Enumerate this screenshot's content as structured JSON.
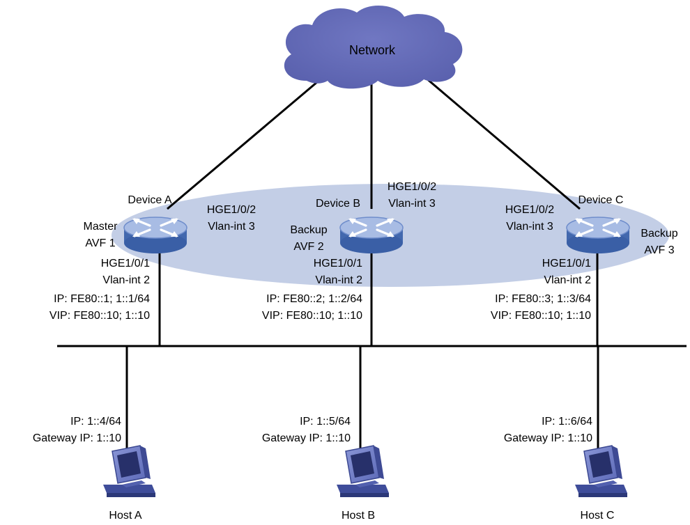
{
  "colors": {
    "cloud": "#5A61AE",
    "cloud_text": "#FFFFFF",
    "vrrp_group": "#C3CEE6",
    "router_body": "#4F73B7",
    "router_top": "#A8BCE4",
    "host_monitor": "#5D6AB8",
    "line": "#000000"
  },
  "network": {
    "label": "Network",
    "icon": "cloud-icon"
  },
  "devices": [
    {
      "id": "a",
      "icon": "router-icon",
      "name": "Device A",
      "role": "Master",
      "avf": "AVF 1",
      "uplink_port": "HGE1/0/2",
      "uplink_vlan": "Vlan-int 3",
      "downlink_port": "HGE1/0/1",
      "downlink_vlan": "Vlan-int 2",
      "ip": "IP: FE80::1; 1::1/64",
      "vip": "VIP: FE80::10; 1::10"
    },
    {
      "id": "b",
      "icon": "router-icon",
      "name": "Device B",
      "role": "Backup",
      "avf": "AVF 2",
      "uplink_port": "HGE1/0/2",
      "uplink_vlan": "Vlan-int 3",
      "downlink_port": "HGE1/0/1",
      "downlink_vlan": "Vlan-int 2",
      "ip": "IP: FE80::2; 1::2/64",
      "vip": "VIP: FE80::10; 1::10"
    },
    {
      "id": "c",
      "icon": "router-icon",
      "name": "Device C",
      "role": "Backup",
      "avf": "AVF 3",
      "uplink_port": "HGE1/0/2",
      "uplink_vlan": "Vlan-int 3",
      "downlink_port": "HGE1/0/1",
      "downlink_vlan": "Vlan-int 2",
      "ip": "IP: FE80::3; 1::3/64",
      "vip": "VIP: FE80::10; 1::10"
    }
  ],
  "hosts": [
    {
      "id": "a",
      "icon": "host-pc-icon",
      "name": "Host A",
      "ip": "IP: 1::4/64",
      "gateway": "Gateway IP: 1::10"
    },
    {
      "id": "b",
      "icon": "host-pc-icon",
      "name": "Host B",
      "ip": "IP: 1::5/64",
      "gateway": "Gateway IP: 1::10"
    },
    {
      "id": "c",
      "icon": "host-pc-icon",
      "name": "Host C",
      "ip": "IP: 1::6/64",
      "gateway": "Gateway IP: 1::10"
    }
  ]
}
